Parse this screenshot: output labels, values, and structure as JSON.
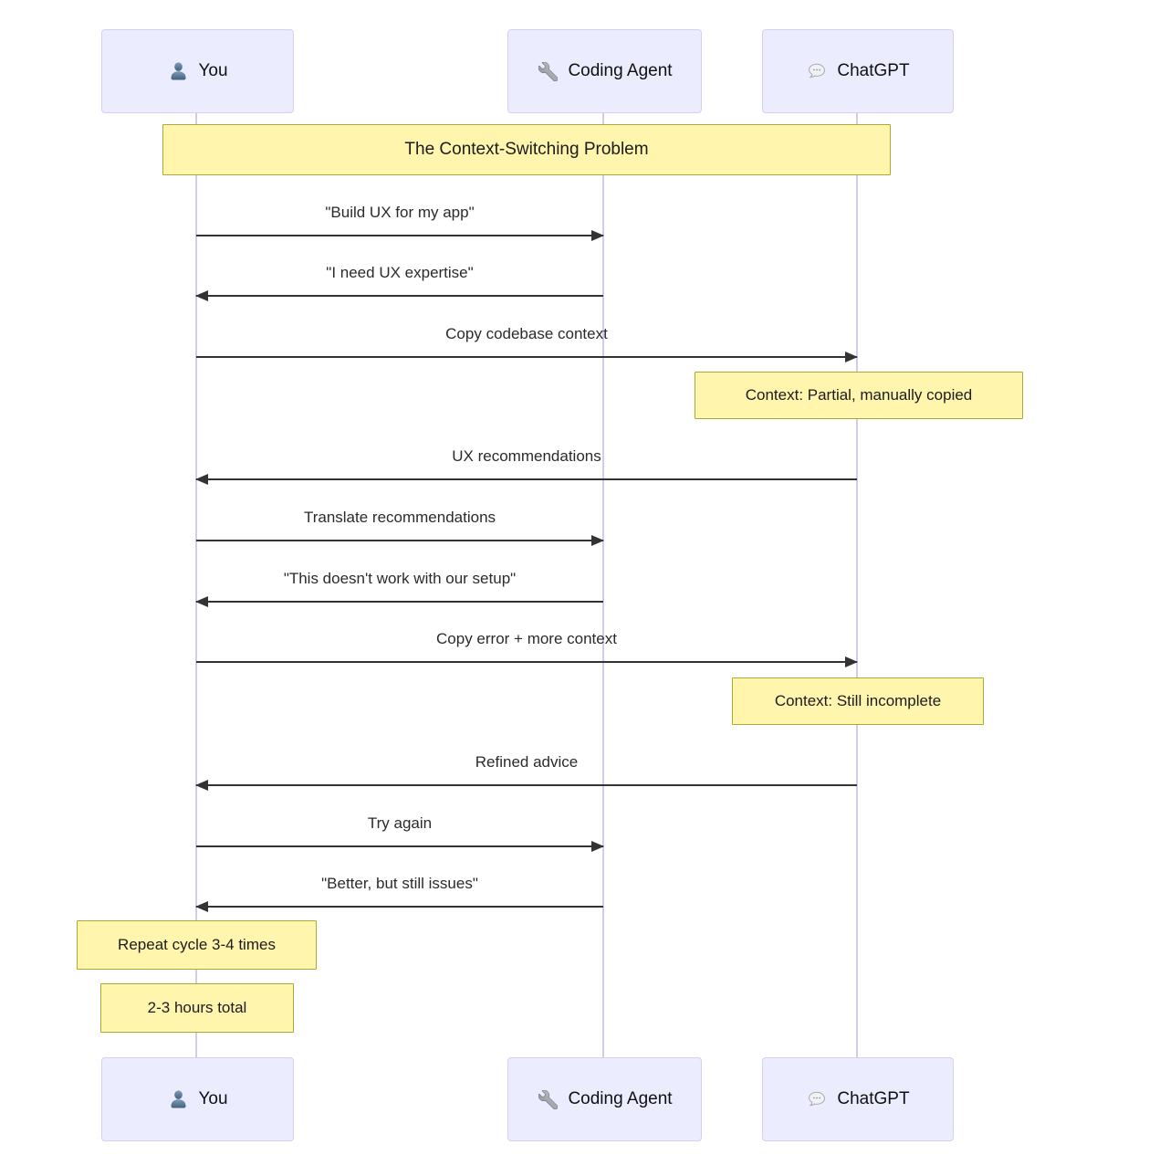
{
  "diagram": {
    "title_note": "The Context-Switching Problem",
    "actors": [
      {
        "id": "you",
        "label": "You",
        "icon": "person-icon"
      },
      {
        "id": "coding-agent",
        "label": "Coding Agent",
        "icon": "wrench-icon"
      },
      {
        "id": "chatgpt",
        "label": "ChatGPT",
        "icon": "speech-bubble-icon"
      }
    ],
    "messages": [
      {
        "from": "you",
        "to": "coding-agent",
        "label": "\"Build UX for my app\""
      },
      {
        "from": "coding-agent",
        "to": "you",
        "label": "\"I need UX expertise\""
      },
      {
        "from": "you",
        "to": "chatgpt",
        "label": "Copy codebase context"
      },
      {
        "from": "chatgpt",
        "to": "you",
        "label": "UX recommendations"
      },
      {
        "from": "you",
        "to": "coding-agent",
        "label": "Translate recommendations"
      },
      {
        "from": "coding-agent",
        "to": "you",
        "label": "\"This doesn't work with our setup\""
      },
      {
        "from": "you",
        "to": "chatgpt",
        "label": "Copy error + more context"
      },
      {
        "from": "chatgpt",
        "to": "you",
        "label": "Refined advice"
      },
      {
        "from": "you",
        "to": "coding-agent",
        "label": "Try again"
      },
      {
        "from": "coding-agent",
        "to": "you",
        "label": "\"Better, but still issues\""
      }
    ],
    "notes": [
      {
        "over": "chatgpt",
        "label": "Context: Partial, manually copied"
      },
      {
        "over": "chatgpt",
        "label": "Context: Still incomplete"
      },
      {
        "over": "you",
        "label": "Repeat cycle 3-4 times"
      },
      {
        "over": "you",
        "label": "2-3 hours total"
      }
    ],
    "colors": {
      "actor_fill": "#ECECFF",
      "actor_border": "#d7cfef",
      "lifeline": "#d3cce9",
      "note_fill": "#fff5ad",
      "note_border": "#aaaa33",
      "arrow": "#333333",
      "message_text": "#2b2b2b"
    }
  }
}
